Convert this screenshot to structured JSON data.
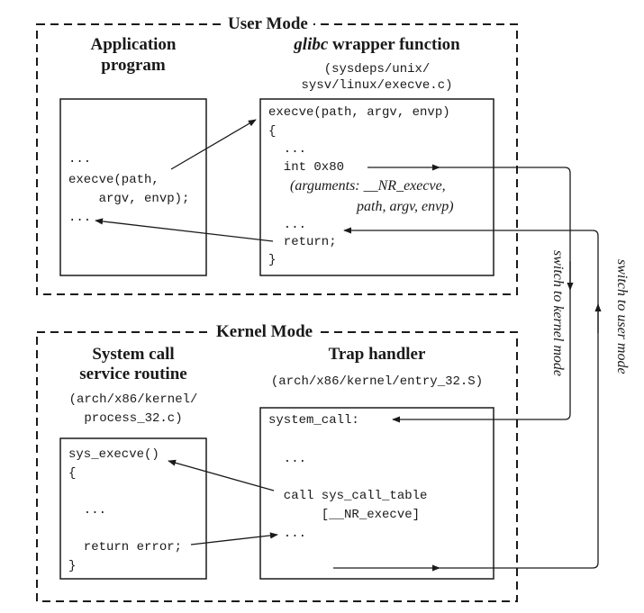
{
  "user_mode": {
    "title": "User Mode",
    "app_heading_line1": "Application",
    "app_heading_line2": "program",
    "app_code": [
      "...",
      "execve(path,",
      "    argv, envp);",
      "..."
    ],
    "glibc_heading_italic": "glibc",
    "glibc_heading_rest": " wrapper function",
    "glibc_path_line1": "(sysdeps/unix/",
    "glibc_path_line2": "sysv/linux/execve.c)",
    "glibc_code": {
      "line1": "execve(path, argv, envp)",
      "line2": "{",
      "line3": "  ...",
      "line4": "  int 0x80",
      "args_line1": "(arguments: __NR_execve,",
      "args_line2": "path, argv, envp)",
      "line5": "  ...",
      "line6": "  return;",
      "line7": "}"
    }
  },
  "kernel_mode": {
    "title": "Kernel Mode",
    "svc_heading_line1": "System call",
    "svc_heading_line2": "service routine",
    "svc_path_line1": "(arch/x86/kernel/",
    "svc_path_line2": "process_32.c)",
    "svc_code": [
      "sys_execve()",
      "{",
      "",
      "  ...",
      "",
      "  return error;",
      "}"
    ],
    "trap_heading": "Trap handler",
    "trap_path": "(arch/x86/kernel/entry_32.S)",
    "trap_code": [
      "system_call:",
      "",
      "  ...",
      "",
      "  call sys_call_table",
      "       [__NR_execve]",
      "  ..."
    ]
  },
  "side_labels": {
    "to_kernel": "switch to kernel mode",
    "to_user": "switch to user mode"
  }
}
